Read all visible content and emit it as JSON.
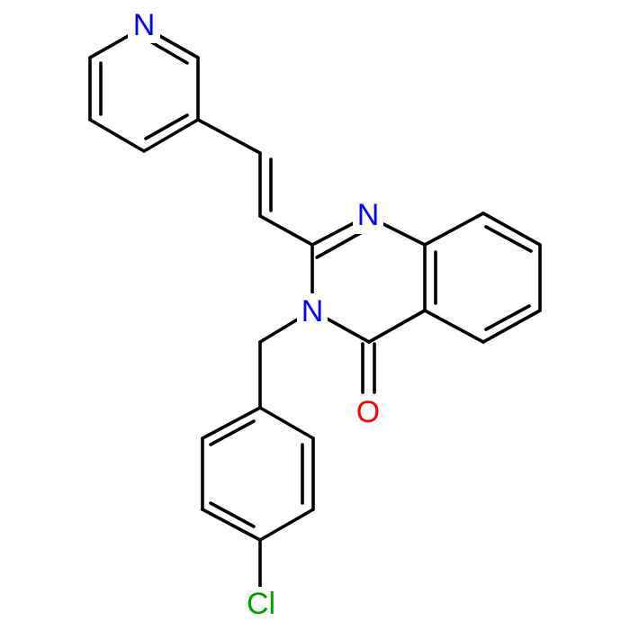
{
  "molecule": {
    "atom_labels": {
      "pyridine_nitrogen": "N",
      "ring_nitrogen_1": "N",
      "ring_nitrogen_3": "N",
      "carbonyl_oxygen": "O",
      "chlorine": "Cl"
    },
    "colors": {
      "bond": "#000000",
      "nitrogen": "#0000ff",
      "oxygen": "#ff0000",
      "chlorine": "#00a000"
    }
  }
}
